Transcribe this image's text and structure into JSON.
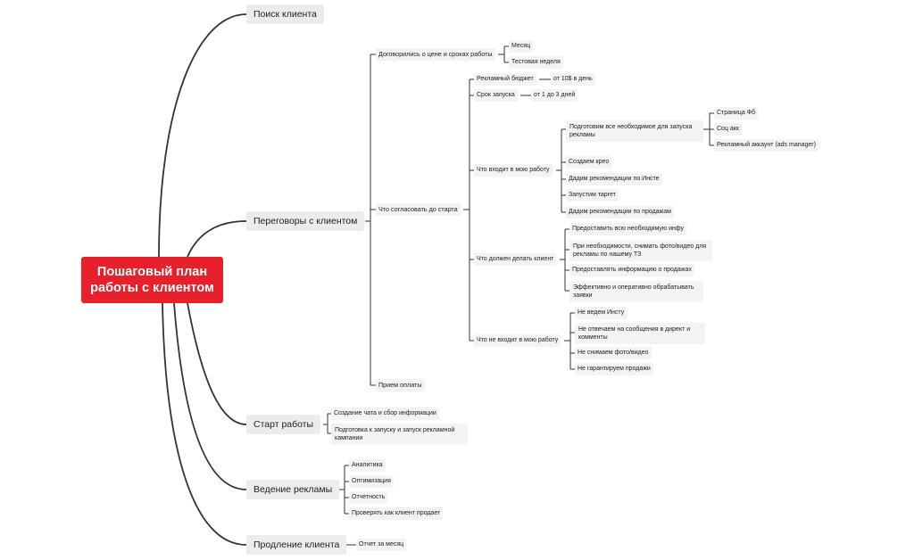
{
  "root": "Пошаговый план работы с клиентом",
  "branches": {
    "search": "Поиск клиента",
    "negotiation": {
      "label": "Переговоры с клиентом",
      "agreed": {
        "label": "Договорились о цене и сроках работы",
        "children": [
          "Месяц",
          "Тестовая неделя"
        ]
      },
      "to_agree": {
        "label": "Что согласовать до старта",
        "budget": {
          "label": "Рекламный бюджет",
          "value": "от 10$ в день"
        },
        "launch": {
          "label": "Срок запуска",
          "value": "от 1 до 3 дней"
        },
        "included": {
          "label": "Что входит в мою работу",
          "prepare": {
            "label": "Подготовим все необходимое для запуска рекламы",
            "children": [
              "Страница Фб",
              "Соц акк",
              "Рекламный аккаунт (ads manager)"
            ]
          },
          "items": [
            "Создаем крео",
            "Дадим рекомендации по Инсте",
            "Запустим таргет",
            "Дадим рекомендации по продажам"
          ]
        },
        "client_duties": {
          "label": "Что должен делать клиент",
          "items": [
            "Предоставить всю необходимую инфу",
            "При необходимости, снимать фото/видео для рекламы по нашему ТЗ",
            "Предоставлять информацию о продажах",
            "Эффективно и оперативно обрабатывать заявки"
          ]
        },
        "excluded": {
          "label": "Что не входит в мою работу",
          "items": [
            "Не ведем Инсту",
            "Не отвечаем на сообщения в директ и комменты",
            "Не снимаем фото/видео",
            "Не гарантируем продажи"
          ]
        }
      },
      "payment": "Прием оплаты"
    },
    "start": {
      "label": "Старт работы",
      "items": [
        "Создание чата и сбор информации",
        "Подготовка к запуску и запуск рекламной кампании"
      ]
    },
    "ads": {
      "label": "Ведение рекламы",
      "items": [
        "Аналитика",
        "Оптимизация",
        "Отчетность",
        "Проверять как клиент продает"
      ]
    },
    "renewal": {
      "label": "Продление клиента",
      "items": [
        "Отчет за месяц"
      ]
    }
  }
}
